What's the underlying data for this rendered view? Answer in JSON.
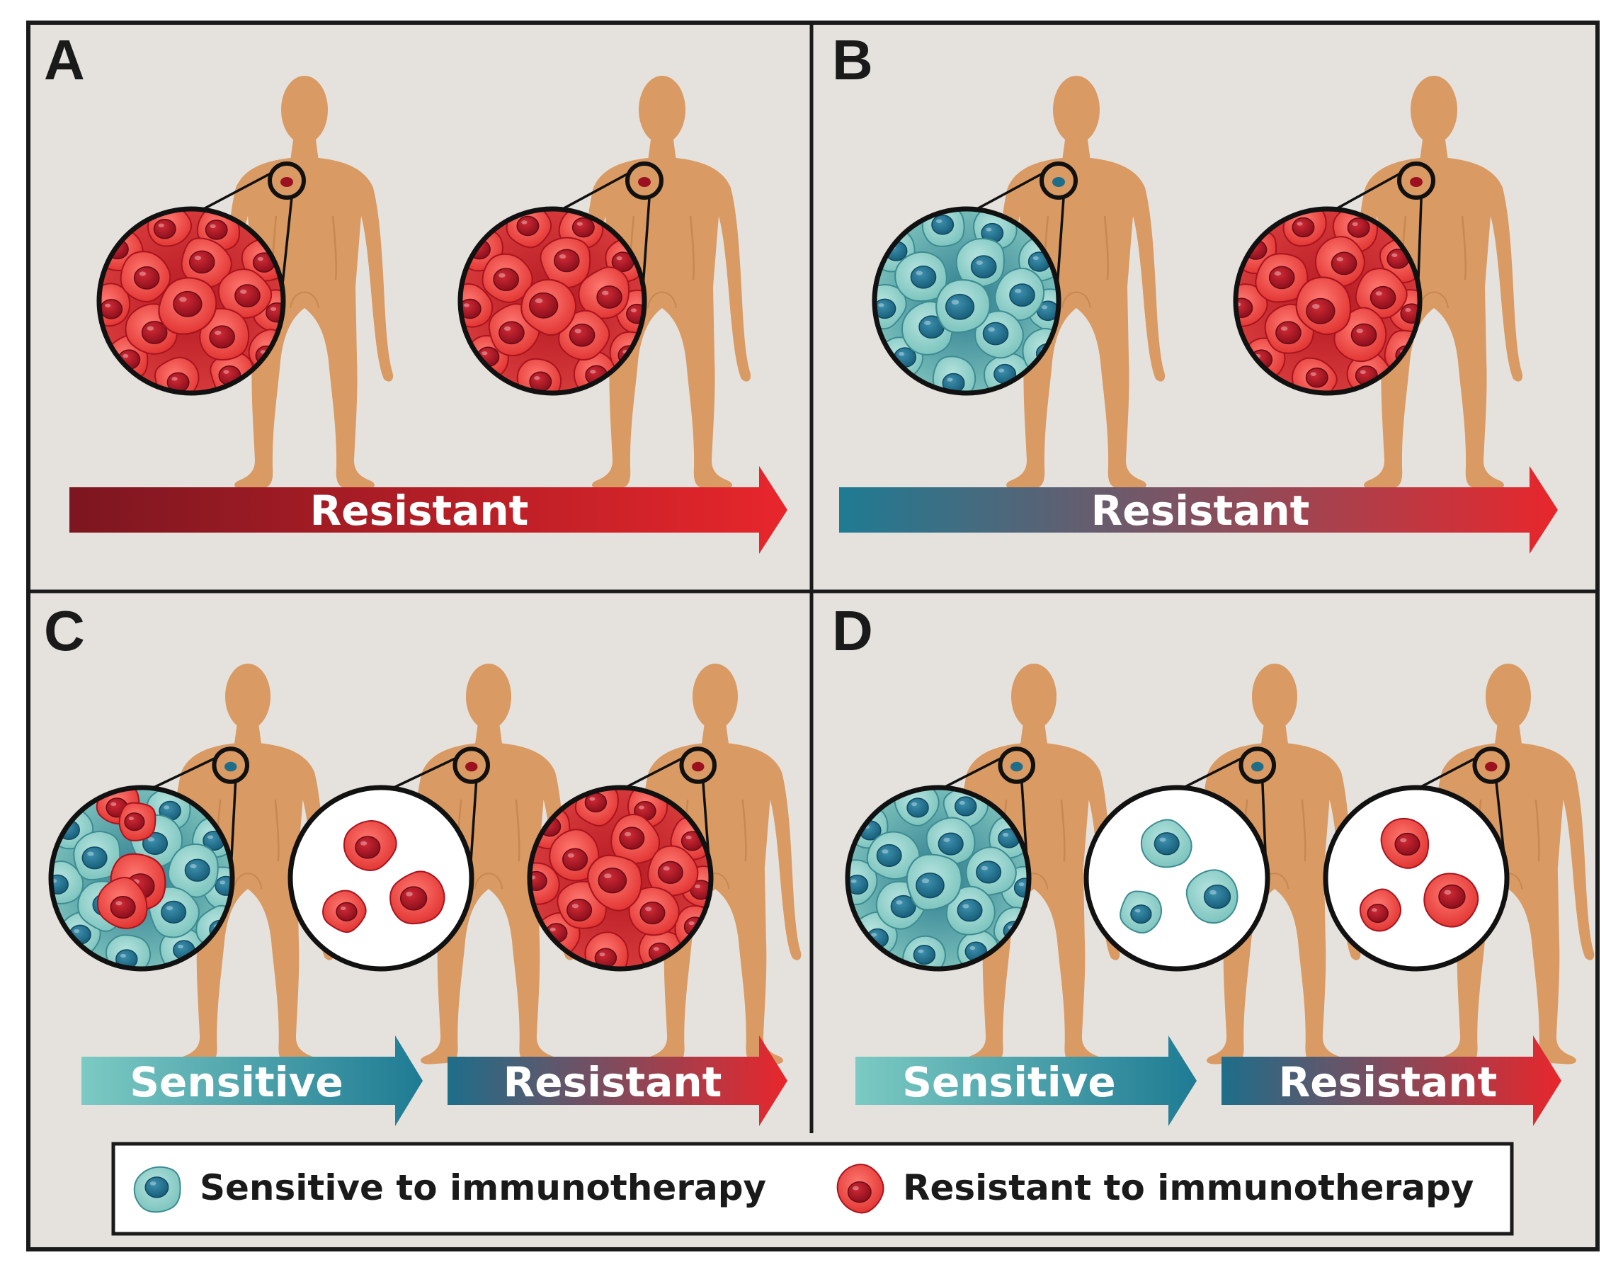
{
  "colors": {
    "background": "#e5e2dd",
    "border": "#1a1a1a",
    "skin": "#d99a63",
    "cell_red_light": "#ee4a48",
    "cell_red_edge": "#a8141e",
    "cell_red_nucleus": "#9c1120",
    "cell_teal_light": "#8fcfca",
    "cell_teal_edge": "#3d8c92",
    "cell_teal_nucleus": "#1e6e8a",
    "arrow_dark_red": "#7c1620",
    "arrow_red": "#e8262c",
    "arrow_teal": "#1e7b93",
    "arrow_light_teal": "#7ccac3"
  },
  "panels": [
    {
      "letter": "A",
      "figures": [
        {
          "spot": "red",
          "cells": "red-cluster"
        },
        {
          "spot": "red",
          "cells": "red-cluster"
        }
      ],
      "arrows": [
        {
          "label": "Resistant",
          "gradient": [
            "#7c1620",
            "#e8262c"
          ]
        }
      ]
    },
    {
      "letter": "B",
      "figures": [
        {
          "spot": "teal",
          "cells": "teal-cluster"
        },
        {
          "spot": "red",
          "cells": "red-cluster"
        }
      ],
      "arrows": [
        {
          "label": "Resistant",
          "gradient": [
            "#1e7b93",
            "#e8262c"
          ]
        }
      ]
    },
    {
      "letter": "C",
      "figures": [
        {
          "spot": "teal",
          "cells": "mixed-cluster"
        },
        {
          "spot": "red",
          "cells": "few-red"
        },
        {
          "spot": "red",
          "cells": "red-cluster"
        }
      ],
      "arrows": [
        {
          "label": "Sensitive",
          "gradient": [
            "#7ccac3",
            "#1e7b93"
          ]
        },
        {
          "label": "Resistant",
          "gradient": [
            "#1e6e8a",
            "#e8262c"
          ]
        }
      ]
    },
    {
      "letter": "D",
      "figures": [
        {
          "spot": "teal",
          "cells": "teal-cluster"
        },
        {
          "spot": "teal",
          "cells": "few-teal"
        },
        {
          "spot": "red",
          "cells": "few-red"
        }
      ],
      "arrows": [
        {
          "label": "Sensitive",
          "gradient": [
            "#7ccac3",
            "#1e7b93"
          ]
        },
        {
          "label": "Resistant",
          "gradient": [
            "#1e6e8a",
            "#e8262c"
          ]
        }
      ]
    }
  ],
  "legend": {
    "sensitive_label": "Sensitive to immunotherapy",
    "resistant_label": "Resistant to immunotherapy",
    "sensitive_icon": "teal-cell-icon",
    "resistant_icon": "red-cell-icon"
  }
}
